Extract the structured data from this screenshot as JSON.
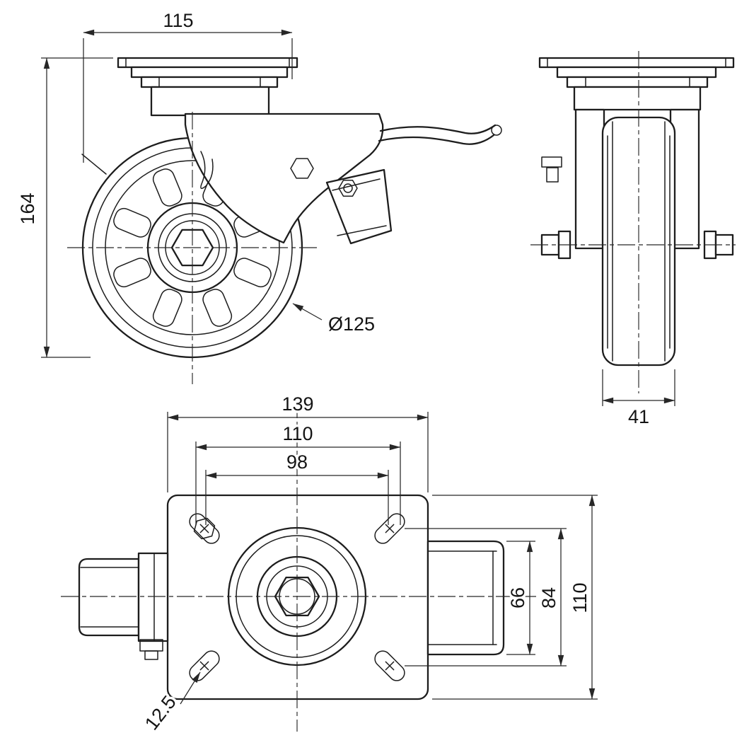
{
  "colors": {
    "background": "#ffffff",
    "line": "#1d1d1d"
  },
  "views": {
    "side": {
      "dim_plate_width": "115",
      "dim_overall_height": "164",
      "dim_wheel_diameter": "Ø125"
    },
    "front": {
      "dim_wheel_width": "41"
    },
    "plan": {
      "dim_plate_length": "139",
      "dim_bolt_span_outer": "110",
      "dim_bolt_span_inner": "98",
      "dim_brake_depth": "66",
      "dim_bolt_span_vertical": "84",
      "dim_plate_depth": "110",
      "dim_bolt_slot_width": "12.5"
    }
  }
}
